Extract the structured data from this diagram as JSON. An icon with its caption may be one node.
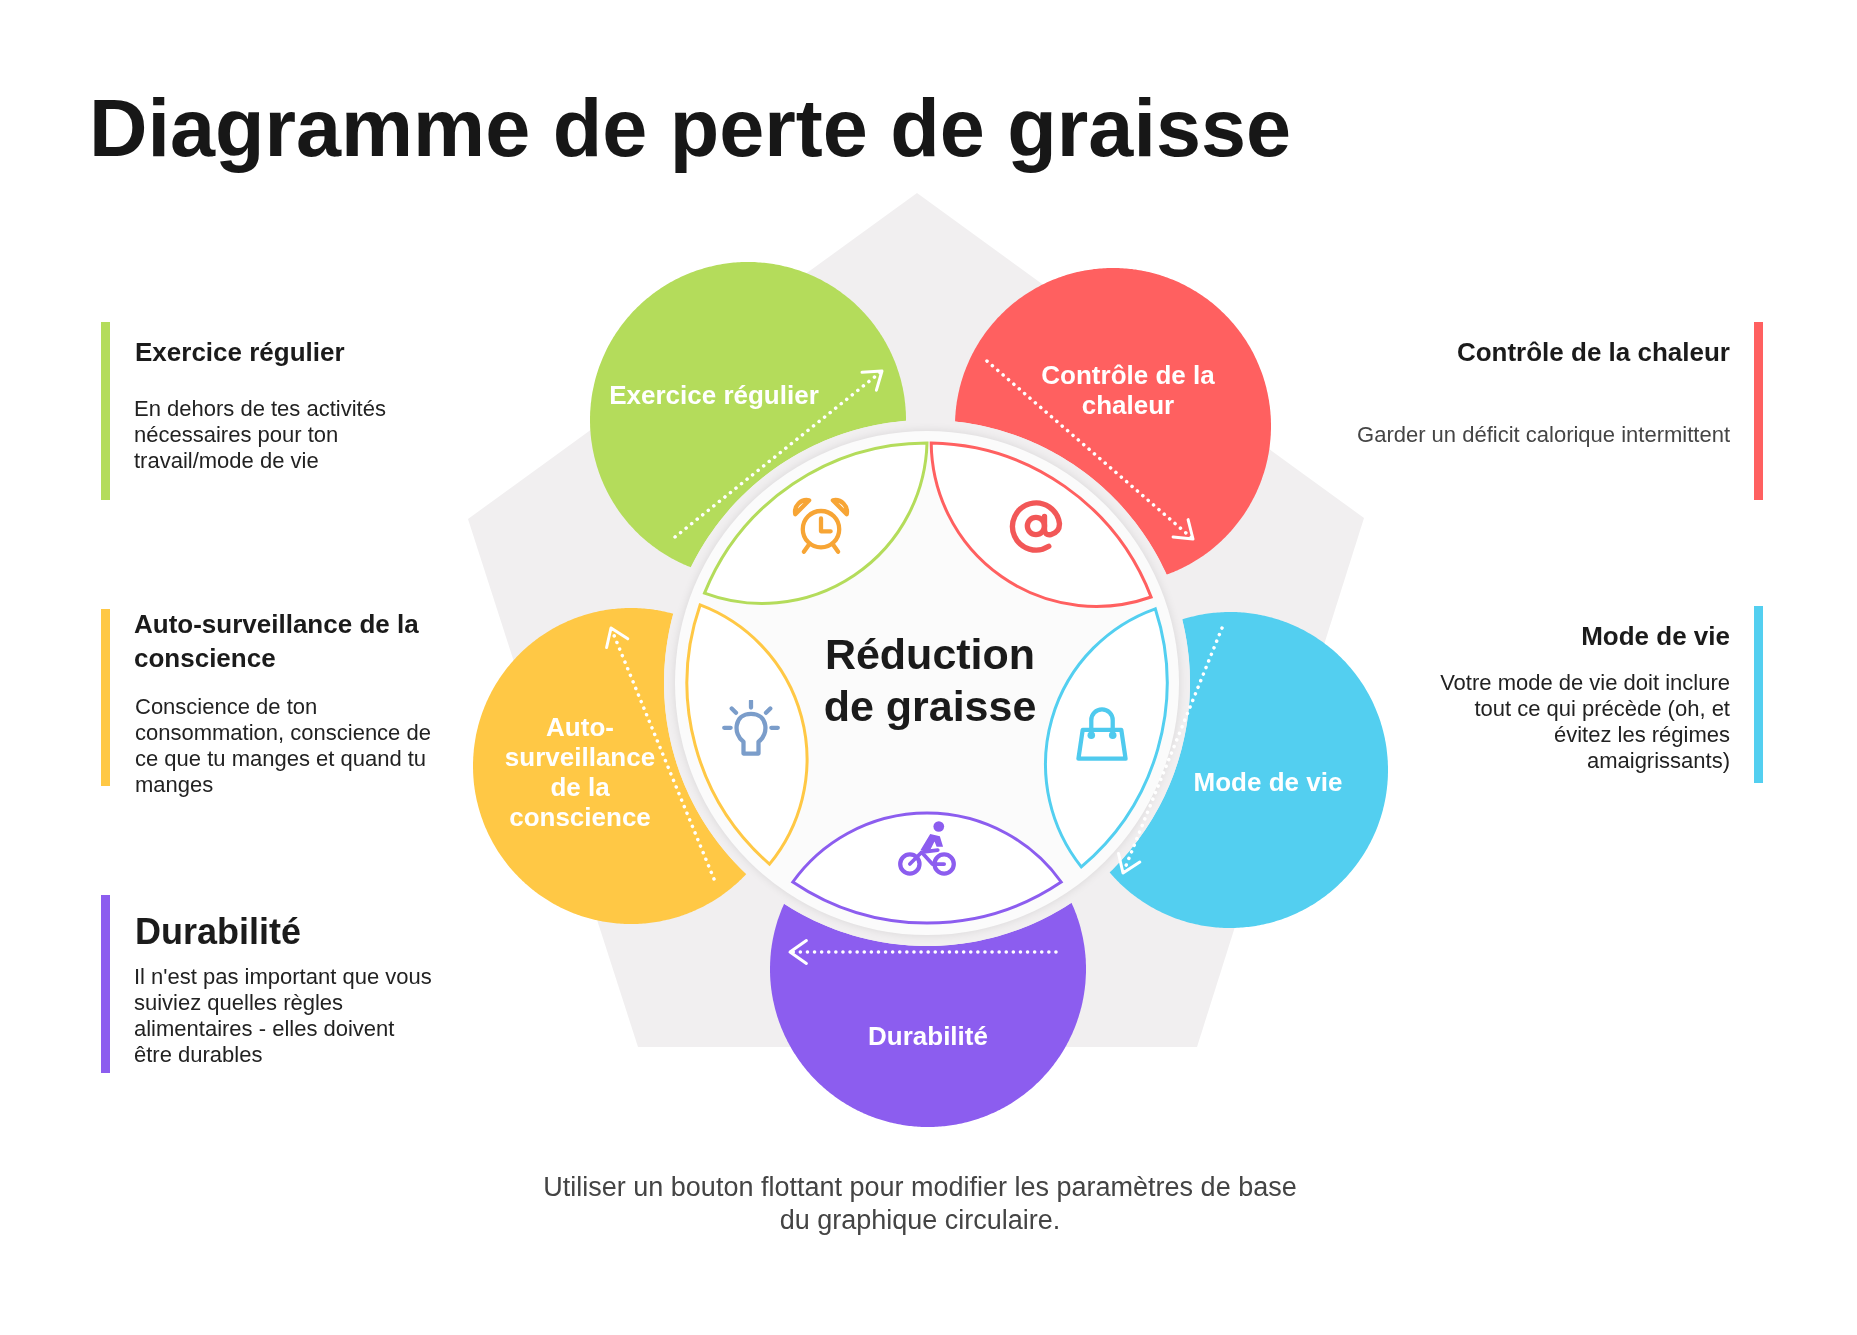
{
  "diagram": {
    "title": "Diagramme de perte de graisse",
    "caption": "Utiliser un bouton flottant pour modifier les paramètres de base du graphique circulaire.",
    "nodes": [
      {
        "text": [
          "Réduction de graisse"
        ]
      },
      {
        "text": [
          "Exercice régulier"
        ]
      },
      {
        "text": [
          "Contrôle de la chaleur"
        ]
      },
      {
        "text": [
          "Mode de vie"
        ]
      },
      {
        "text": [
          "Durabilité"
        ]
      },
      {
        "text": [
          "Auto-surveillance de la conscience"
        ]
      }
    ],
    "labels": [
      "Exercice régulier",
      "En dehors de tes activités nécessaires pour ton travail/mode de vie",
      "Contrôle de la chaleur",
      "Garder un déficit calorique intermittent",
      "Auto-surveillance de la conscience",
      "Conscience de ton consommation, conscience de ce que tu manges et quand tu manges",
      "Mode de vie",
      "Votre mode de vie doit inclure tout ce qui précède (oh, et évitez les régimes amaigrissants)",
      "Durabilité",
      "Il n'est pas important que vous suiviez quelles règles alimentaires - elles doivent être durables"
    ]
  }
}
